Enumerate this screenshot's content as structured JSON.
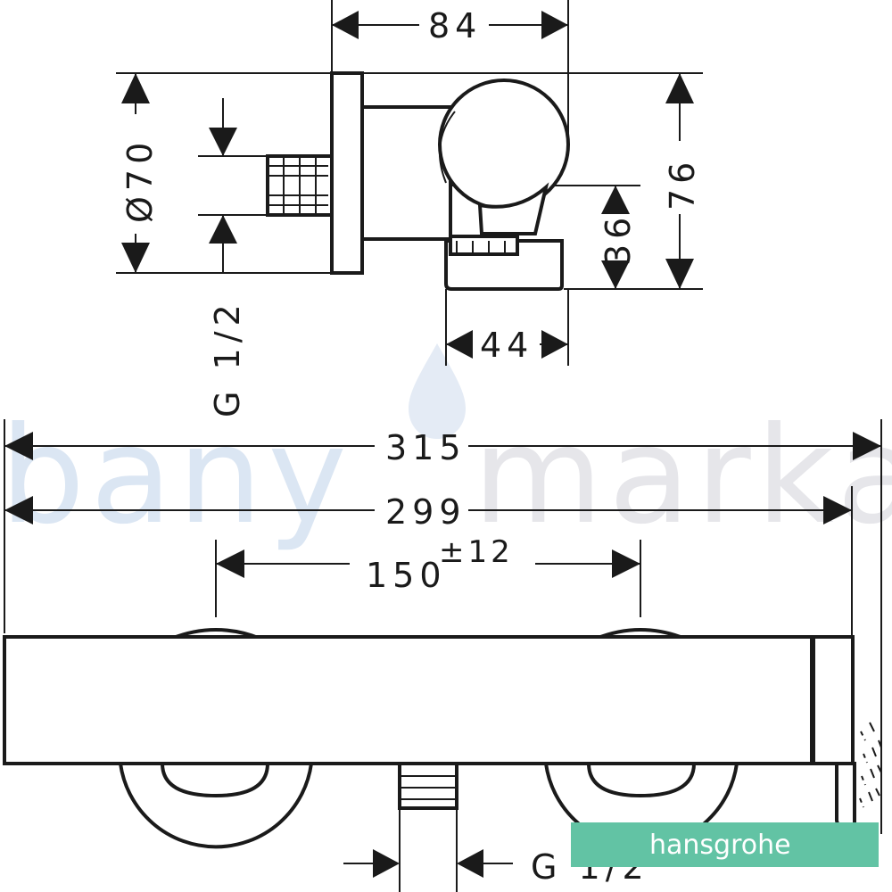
{
  "watermark": {
    "text_left": "bany",
    "text_right": "marka",
    "color": "#dbe6f3"
  },
  "brand": {
    "name": "hansgrohe",
    "color": "#62c3a4"
  },
  "side_view": {
    "width_label": "84",
    "diameter_label": "Ø70",
    "height_label": "76",
    "outlet_label": "36",
    "depth_label": "44",
    "thread_label": "G 1/2"
  },
  "front_view": {
    "overall_label": "315",
    "body_label": "299",
    "centers_label": "150",
    "tolerance_label": "±12",
    "thread_label": "G 1/2"
  }
}
